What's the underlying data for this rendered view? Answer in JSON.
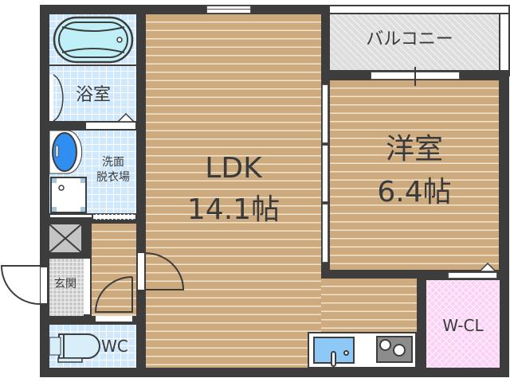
{
  "plan": {
    "rooms": {
      "ldk": {
        "name": "LDK",
        "size": "14.1帖"
      },
      "western_room": {
        "name": "洋室",
        "size": "6.4帖"
      },
      "balcony": {
        "name": "バルコニー"
      },
      "bathroom": {
        "name": "浴室"
      },
      "washroom": {
        "name_line1": "洗面",
        "name_line2": "脱衣場"
      },
      "entrance": {
        "name": "玄関"
      },
      "toilet": {
        "name": "WC"
      },
      "walk_in_closet": {
        "name": "W-CL"
      }
    },
    "colors": {
      "wall": "#3d3d3d",
      "wood_floor": "#cdab7f",
      "tile_floor": "#cfe8fb",
      "closet_floor": "#fbd2f6",
      "balcony_floor": "#dedede",
      "sink": "#8ec8f7",
      "stove": "#8c8c8c",
      "washbasin": "#2f8ef0"
    }
  }
}
